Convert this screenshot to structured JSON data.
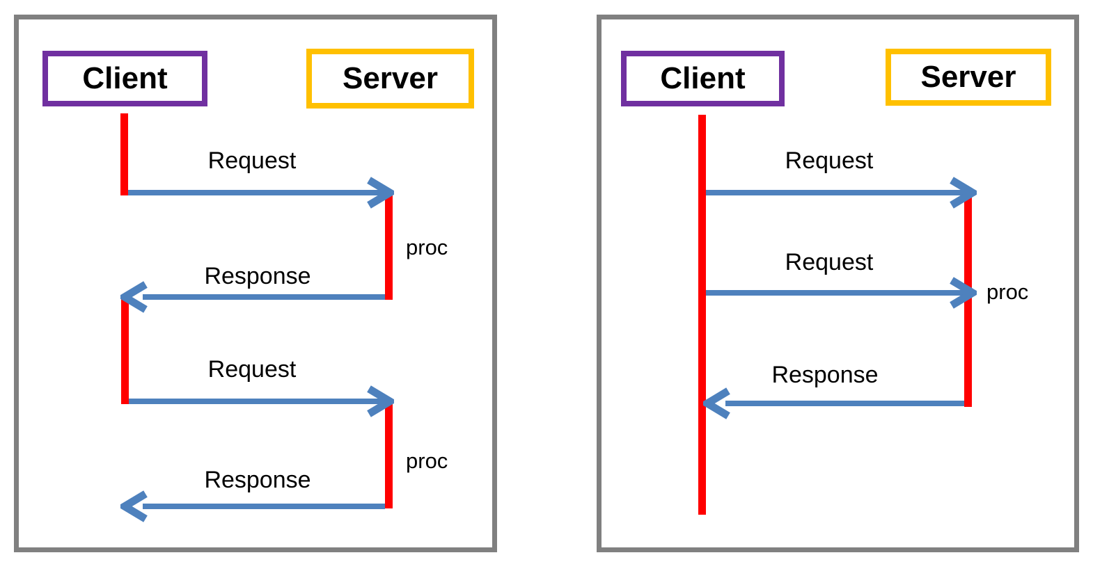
{
  "colors": {
    "panel_border": "#808080",
    "client_box_border": "#7030A0",
    "server_box_border": "#FFC000",
    "activation_bar": "#FF0000",
    "arrow": "#4E81BD",
    "label_text": "#000000"
  },
  "panels": [
    {
      "actors": [
        {
          "label": "Client"
        },
        {
          "label": "Server"
        }
      ],
      "messages": [
        {
          "label": "Request",
          "direction": "right"
        },
        {
          "label": "Response",
          "direction": "left"
        },
        {
          "label": "Request",
          "direction": "right"
        },
        {
          "label": "Response",
          "direction": "left"
        }
      ],
      "proc_labels": [
        {
          "label": "proc"
        },
        {
          "label": "proc"
        }
      ]
    },
    {
      "actors": [
        {
          "label": "Client"
        },
        {
          "label": "Server"
        }
      ],
      "messages": [
        {
          "label": "Request",
          "direction": "right"
        },
        {
          "label": "Request",
          "direction": "right"
        },
        {
          "label": "Response",
          "direction": "left"
        }
      ],
      "proc_labels": [
        {
          "label": "proc"
        }
      ]
    }
  ]
}
